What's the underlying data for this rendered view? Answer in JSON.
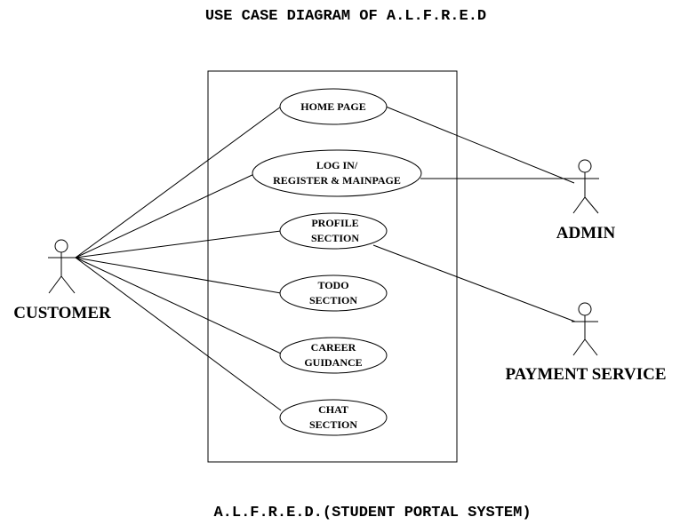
{
  "diagram": {
    "title": "USE CASE DIAGRAM OF A.L.F.R.E.D",
    "system_caption": "A.L.F.R.E.D.(STUDENT PORTAL SYSTEM)",
    "actors": {
      "customer": "CUSTOMER",
      "admin": "ADMIN",
      "payment": "PAYMENT SERVICE"
    },
    "use_cases": {
      "home": {
        "line1": "HOME PAGE"
      },
      "login": {
        "line1": "LOG IN/",
        "line2": "REGISTER & MAINPAGE"
      },
      "profile": {
        "line1": "PROFILE",
        "line2": "SECTION"
      },
      "todo": {
        "line1": "TODO",
        "line2": "SECTION"
      },
      "career": {
        "line1": "CAREER",
        "line2": "GUIDANCE"
      },
      "chat": {
        "line1": "CHAT",
        "line2": "SECTION"
      }
    }
  }
}
